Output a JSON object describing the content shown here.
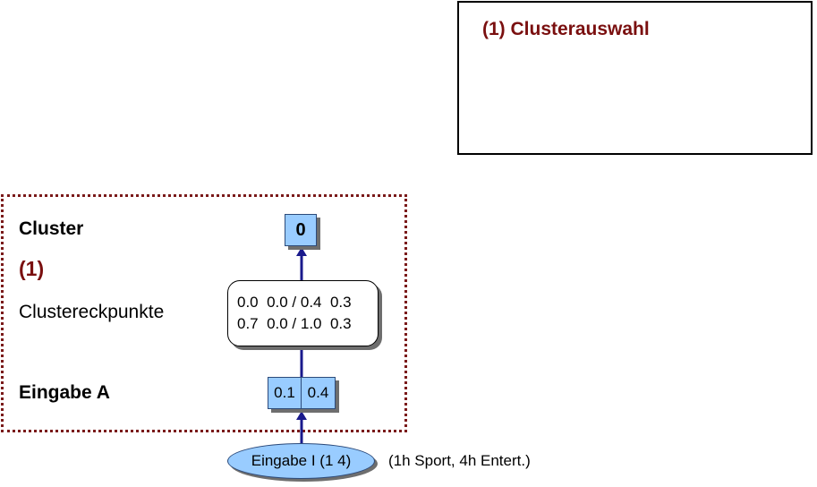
{
  "title_box": {
    "title": "(1) Clusterauswahl"
  },
  "panel": {
    "cluster_label": "Cluster",
    "cluster_number": "(1)",
    "clustereckpunkte_label": "Clustereckpunkte",
    "eingabe_label": "Eingabe A"
  },
  "nodes": {
    "cluster_value": "0",
    "eckpunkte_rows": [
      "0.0  0.0 / 0.4  0.3",
      "0.7  0.0 / 1.0  0.3"
    ],
    "input_values": [
      "0.1",
      "0.4"
    ]
  },
  "eingabe": {
    "ellipse_label": "Eingabe I (1 4)",
    "description": "(1h Sport, 4h Entert.)"
  },
  "colors": {
    "title_red": "#7a0f0f",
    "node_blue": "#99ccff",
    "arrow_navy": "#1a1a8c",
    "frame_dotted": "#7a1a1a"
  }
}
